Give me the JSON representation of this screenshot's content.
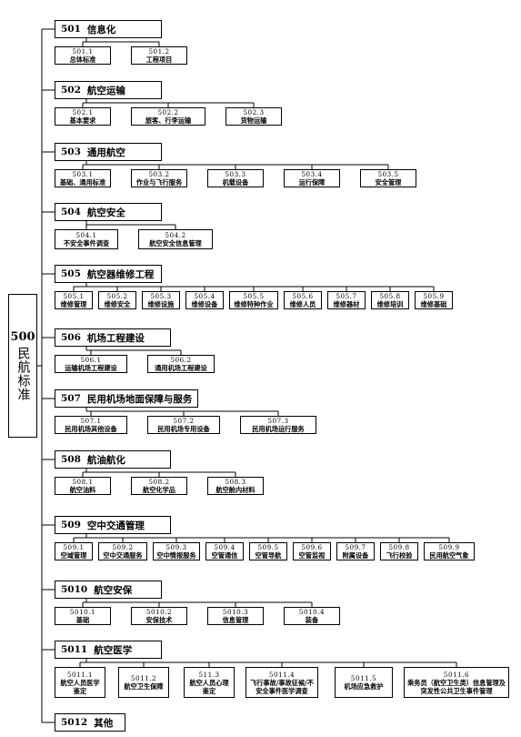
{
  "root": {
    "code": "500",
    "name": "民航标准"
  },
  "categories": [
    {
      "code": "501",
      "name": "信息化",
      "children": [
        {
          "code": "501.1",
          "name": "总体标准"
        },
        {
          "code": "501.2",
          "name": "工程项目"
        }
      ]
    },
    {
      "code": "502",
      "name": "航空运输",
      "children": [
        {
          "code": "502.1",
          "name": "基本要求"
        },
        {
          "code": "502.2",
          "name": "旅客、行李运输"
        },
        {
          "code": "502.3",
          "name": "货物运输"
        }
      ]
    },
    {
      "code": "503",
      "name": "通用航空",
      "children": [
        {
          "code": "503.1",
          "name": "基础、通用标准"
        },
        {
          "code": "503.2",
          "name": "作业与飞行服务"
        },
        {
          "code": "503.3",
          "name": "机载设备"
        },
        {
          "code": "503.4",
          "name": "运行保障"
        },
        {
          "code": "503.5",
          "name": "安全管理"
        }
      ]
    },
    {
      "code": "504",
      "name": "航空安全",
      "children": [
        {
          "code": "504.1",
          "name": "不安全事件调查"
        },
        {
          "code": "504.2",
          "name": "航空安全信息管理"
        }
      ]
    },
    {
      "code": "505",
      "name": "航空器维修工程",
      "children": [
        {
          "code": "505.1",
          "name": "维修管理"
        },
        {
          "code": "505.2",
          "name": "维修安全"
        },
        {
          "code": "505.3",
          "name": "维修设施"
        },
        {
          "code": "505.4",
          "name": "维修设备"
        },
        {
          "code": "505.5",
          "name": "维修特种作业"
        },
        {
          "code": "505.6",
          "name": "维修人员"
        },
        {
          "code": "505.7",
          "name": "维修器材"
        },
        {
          "code": "505.8",
          "name": "维修培训"
        },
        {
          "code": "505.9",
          "name": "维修基础"
        }
      ]
    },
    {
      "code": "506",
      "name": "机场工程建设",
      "children": [
        {
          "code": "506.1",
          "name": "运输机场工程建设"
        },
        {
          "code": "506.2",
          "name": "通用机场工程建设"
        }
      ]
    },
    {
      "code": "507",
      "name": "民用机场地面保障与服务",
      "children": [
        {
          "code": "507.1",
          "name": "民用机场其他设备"
        },
        {
          "code": "507.2",
          "name": "民用机场专用设备"
        },
        {
          "code": "507.3",
          "name": "民用机场运行服务"
        }
      ]
    },
    {
      "code": "508",
      "name": "航油航化",
      "children": [
        {
          "code": "508.1",
          "name": "航空油料"
        },
        {
          "code": "508.2",
          "name": "航空化学品"
        },
        {
          "code": "508.3",
          "name": "航空舱内材料"
        }
      ]
    },
    {
      "code": "509",
      "name": "空中交通管理",
      "children": [
        {
          "code": "509.1",
          "name": "空域管理"
        },
        {
          "code": "509.2",
          "name": "空中交通服务"
        },
        {
          "code": "509.3",
          "name": "空中情报服务"
        },
        {
          "code": "509.4",
          "name": "空管通信"
        },
        {
          "code": "509.5",
          "name": "空管导航"
        },
        {
          "code": "509.6",
          "name": "空管监视"
        },
        {
          "code": "509.7",
          "name": "附属设备"
        },
        {
          "code": "509.8",
          "name": "飞行校验"
        },
        {
          "code": "509.9",
          "name": "民用航空气象"
        }
      ]
    },
    {
      "code": "5010",
      "name": "航空安保",
      "children": [
        {
          "code": "5010.1",
          "name": "基础"
        },
        {
          "code": "5010.2",
          "name": "安保技术"
        },
        {
          "code": "5010.3",
          "name": "信息管理"
        },
        {
          "code": "5010.4",
          "name": "装备"
        }
      ]
    },
    {
      "code": "5011",
      "name": "航空医学",
      "children": [
        {
          "code": "5011.1",
          "name": "航空人员医学鉴定"
        },
        {
          "code": "5011.2",
          "name": "航空卫生保障"
        },
        {
          "code": "511.3",
          "name": "航空人员心理鉴定"
        },
        {
          "code": "5011.4",
          "name": "飞行事故/事故征候/不安全事件医学调查"
        },
        {
          "code": "5011.5",
          "name": "机场应急救护"
        },
        {
          "code": "5011.6",
          "name": "乘务员（航空卫生类）信息管理及突发性公共卫生事件管理"
        }
      ]
    },
    {
      "code": "5012",
      "name": "其他",
      "children": []
    }
  ]
}
